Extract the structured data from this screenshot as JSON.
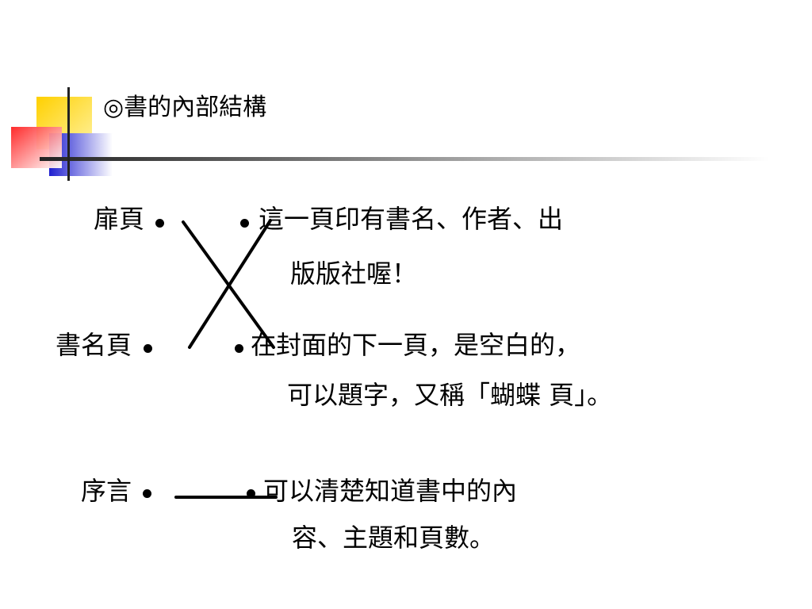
{
  "title": "◎書的內部結構",
  "rows": [
    {
      "label": "扉頁",
      "desc_line1": "這一頁印有書名、作者、出",
      "desc_line2": "版版社喔！"
    },
    {
      "label": "書名頁",
      "desc_line1": "在封面的下一頁，是空白的，",
      "desc_line2": "可以題字，又稱「蝴蝶 頁」。"
    },
    {
      "label": "序言",
      "desc_line1": "可以清楚知道書中的內",
      "desc_line2": "容、主題和頁數。"
    }
  ],
  "colors": {
    "accent_yellow": "#ffd200",
    "accent_red": "#ff3030",
    "accent_blue": "#2828d0",
    "rule": "#333333"
  }
}
